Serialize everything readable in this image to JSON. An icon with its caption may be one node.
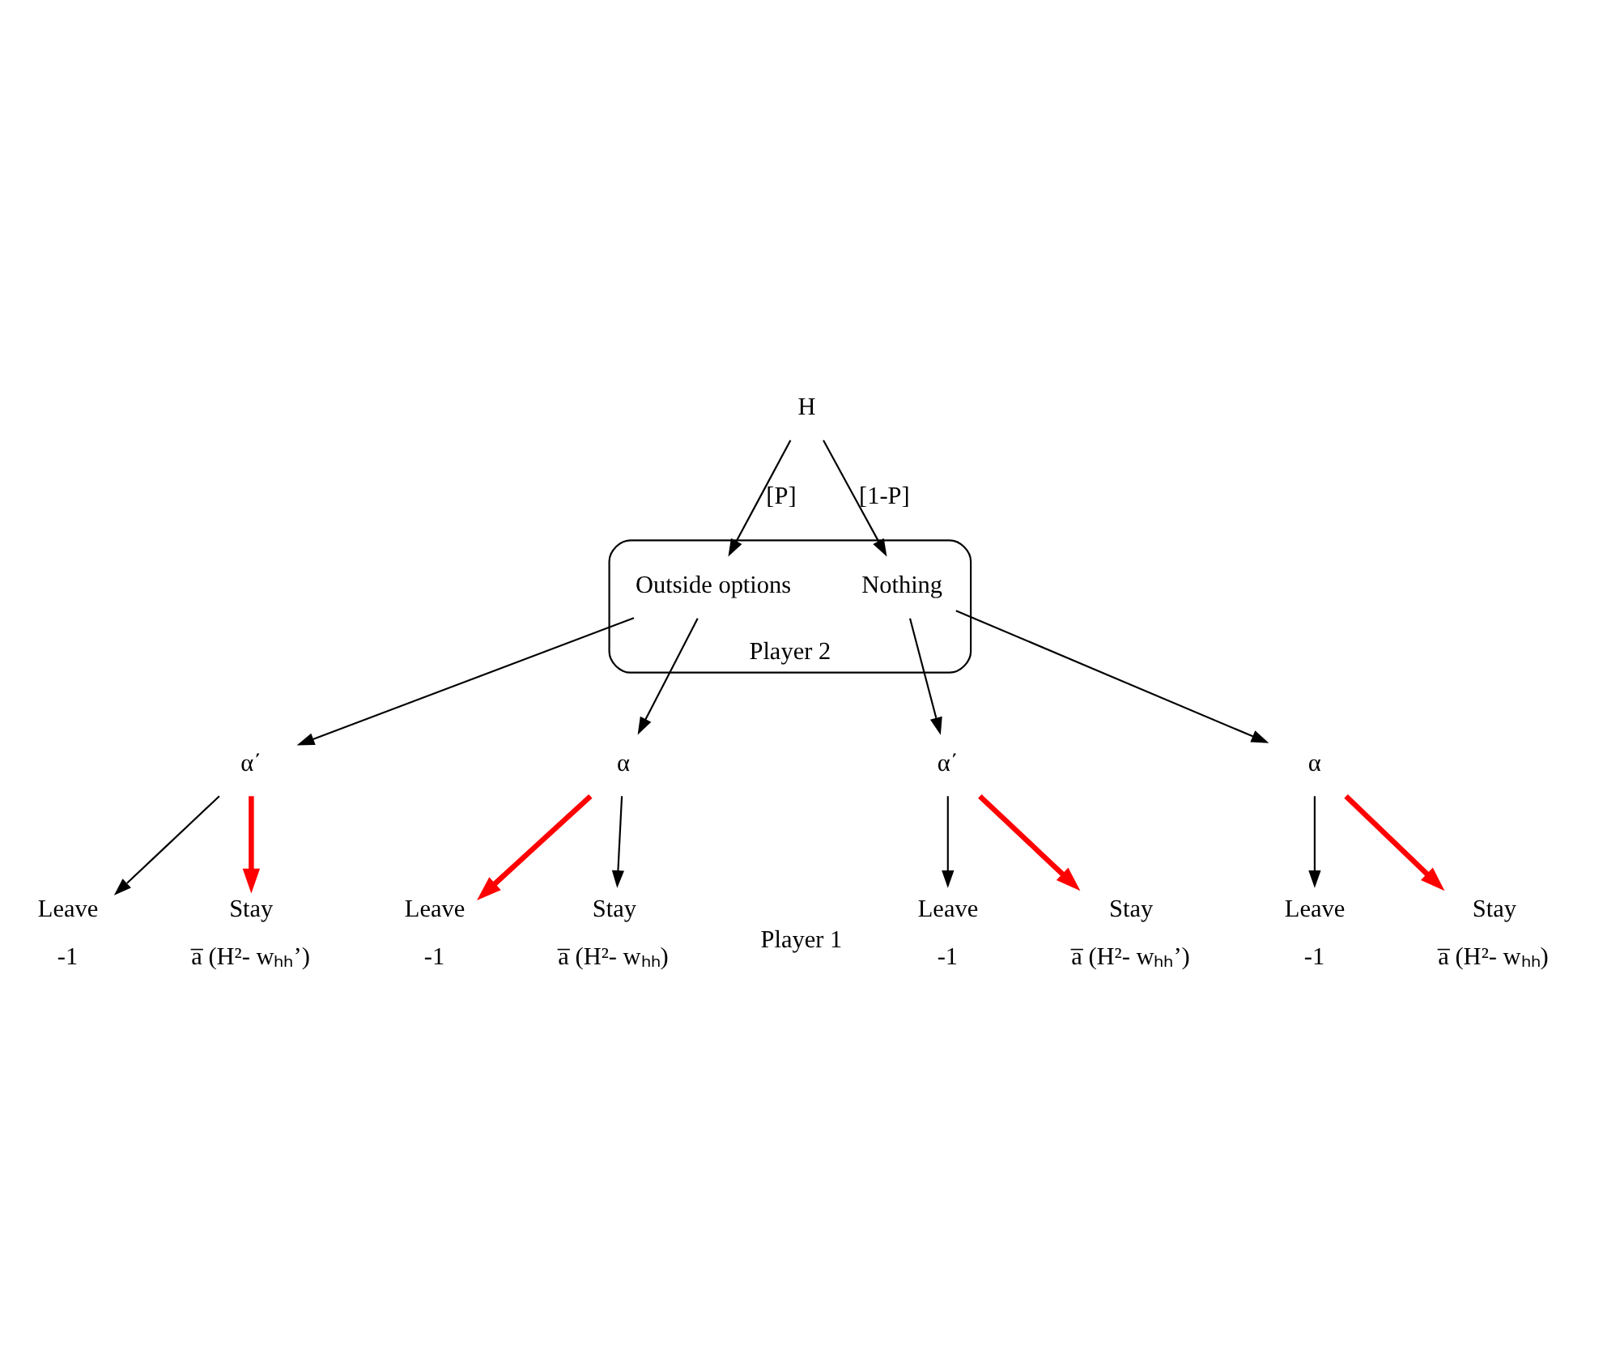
{
  "diagram": {
    "nodes": [
      {
        "text": [
          "H"
        ]
      },
      {
        "text": [
          "Player 2"
        ]
      },
      {
        "text": [
          "Outside options"
        ],
        "in": 1
      },
      {
        "text": [
          "Nothing"
        ],
        "in": 1
      },
      {
        "text": [
          "α΄"
        ]
      },
      {
        "text": [
          "α"
        ]
      },
      {
        "text": [
          "α΄"
        ]
      },
      {
        "text": [
          "α"
        ]
      },
      {
        "text": [
          "Leave"
        ],
        "beside": [
          "-1"
        ]
      },
      {
        "text": [
          "Stay"
        ],
        "beside": [
          "a̅ (H²- wₕₕ’)"
        ]
      },
      {
        "text": [
          "Leave"
        ],
        "beside": [
          "-1"
        ]
      },
      {
        "text": [
          "Stay"
        ],
        "beside": [
          "a̅ (H²- wₕₕ)"
        ]
      },
      {
        "text": [
          "Leave"
        ],
        "beside": [
          "-1"
        ]
      },
      {
        "text": [
          "Stay"
        ],
        "beside": [
          "a̅ (H²- wₕₕ’)"
        ]
      },
      {
        "text": [
          "Leave"
        ],
        "beside": [
          "-1"
        ]
      },
      {
        "text": [
          "Stay"
        ],
        "beside": [
          "a̅ (H²- wₕₕ)"
        ]
      }
    ],
    "edges": [
      {
        "from": 0,
        "to": 2,
        "arrow": "to",
        "label": "[P]"
      },
      {
        "from": 0,
        "to": 3,
        "arrow": "to",
        "label": "[1-P]"
      },
      {
        "from": 2,
        "to": 4,
        "arrow": "to"
      },
      {
        "from": 2,
        "to": 5,
        "arrow": "to"
      },
      {
        "from": 3,
        "to": 6,
        "arrow": "to"
      },
      {
        "from": 3,
        "to": 7,
        "arrow": "to"
      },
      {
        "from": 4,
        "to": 8,
        "arrow": "to"
      },
      {
        "from": 4,
        "to": 9,
        "arrow": "to",
        "style": "thick",
        "color": "#ff0000"
      },
      {
        "from": 5,
        "to": 10,
        "arrow": "to",
        "style": "thick",
        "color": "#ff0000"
      },
      {
        "from": 5,
        "to": 11,
        "arrow": "to"
      },
      {
        "from": 6,
        "to": 12,
        "arrow": "to"
      },
      {
        "from": 6,
        "to": 13,
        "arrow": "to",
        "style": "thick",
        "color": "#ff0000"
      },
      {
        "from": 7,
        "to": 14,
        "arrow": "to"
      },
      {
        "from": 7,
        "to": 15,
        "arrow": "to",
        "style": "thick",
        "color": "#ff0000"
      }
    ],
    "labels": [
      "Player 1"
    ]
  }
}
